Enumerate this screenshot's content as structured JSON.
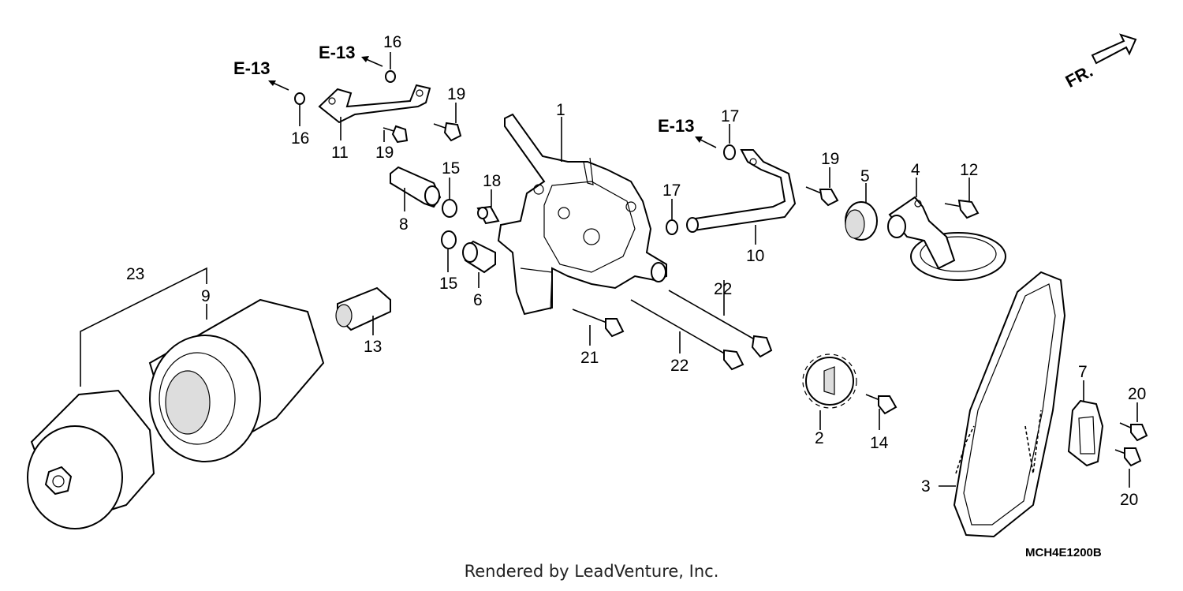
{
  "diagram": {
    "code": "MCH4E1200B",
    "credit": "Rendered by LeadVenture, Inc.",
    "front_indicator": "FR.",
    "references": [
      "E-13",
      "E-13",
      "E-13"
    ],
    "callouts": {
      "c1": "1",
      "c2": "2",
      "c3": "3",
      "c4": "4",
      "c5": "5",
      "c6": "6",
      "c7": "7",
      "c8": "8",
      "c9": "9",
      "c10": "10",
      "c11": "11",
      "c12": "12",
      "c13": "13",
      "c14": "14",
      "c15a": "15",
      "c15b": "15",
      "c16a": "16",
      "c16b": "16",
      "c17a": "17",
      "c17b": "17",
      "c18": "18",
      "c19a": "19",
      "c19b": "19",
      "c19c": "19",
      "c20a": "20",
      "c20b": "20",
      "c21": "21",
      "c22a": "22",
      "c22b": "22",
      "c23": "23"
    }
  }
}
